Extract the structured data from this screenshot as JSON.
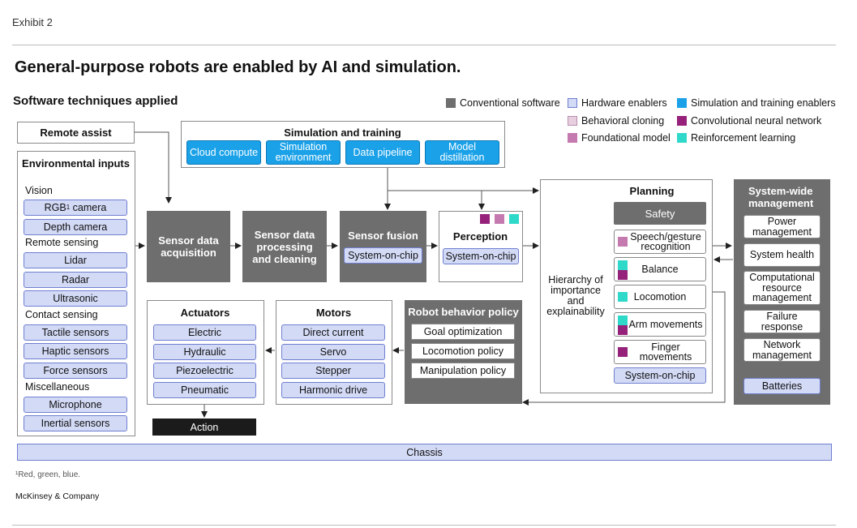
{
  "exhibit": "Exhibit 2",
  "title": "General-purpose robots are enabled by AI and simulation.",
  "subtitle": "Software techniques applied",
  "legend": [
    {
      "label": "Conventional software",
      "color": "#6e6e6e"
    },
    {
      "label": "Hardware enablers",
      "color": "#d3daf6"
    },
    {
      "label": "Simulation and training enablers",
      "color": "#1aa1e8"
    },
    {
      "label": "Behavioral cloning",
      "color": "#e8cfe0"
    },
    {
      "label": "Convolutional neural network",
      "color": "#96217a"
    },
    {
      "label": "Foundational model",
      "color": "#c57aaf"
    },
    {
      "label": "Reinforcement learning",
      "color": "#2fd9c9"
    }
  ],
  "remote_assist": "Remote assist",
  "env": {
    "title": "Environmental inputs",
    "vision": "Vision",
    "rgb_prefix": "RGB",
    "rgb_sup": "1",
    "rgb_suffix": " camera",
    "depth": "Depth camera",
    "remote_sensing": "Remote sensing",
    "lidar": "Lidar",
    "radar": "Radar",
    "ultrasonic": "Ultrasonic",
    "contact_sensing": "Contact sensing",
    "tactile": "Tactile sensors",
    "haptic": "Haptic sensors",
    "force": "Force sensors",
    "misc": "Miscellaneous",
    "microphone": "Microphone",
    "inertial": "Inertial sensors"
  },
  "simulation": {
    "title": "Simulation and training",
    "items": [
      "Cloud compute",
      "Simulation environment",
      "Data pipeline",
      "Model distillation"
    ]
  },
  "sensor_acq": "Sensor data acquisition",
  "sensor_proc": "Sensor data processing and cleaning",
  "sensor_fusion": {
    "title": "Sensor fusion",
    "chip": "System-on-chip"
  },
  "perception": {
    "title": "Perception",
    "chip": "System-on-chip"
  },
  "planning": {
    "title": "Planning",
    "hierarchy": "Hierarchy of importance and explainability",
    "safety": "Safety",
    "speech": "Speech/gesture recognition",
    "balance": "Balance",
    "locomotion": "Locomotion",
    "arm": "Arm movements",
    "finger": "Finger movements",
    "chip": "System-on-chip"
  },
  "system": {
    "title": "System-wide management",
    "items": [
      "Power management",
      "System health",
      "Computational resource management",
      "Failure response",
      "Network management"
    ],
    "batteries": "Batteries"
  },
  "actuators": {
    "title": "Actuators",
    "items": [
      "Electric",
      "Hydraulic",
      "Piezoelectric",
      "Pneumatic"
    ]
  },
  "action": "Action",
  "motors": {
    "title": "Motors",
    "items": [
      "Direct current",
      "Servo",
      "Stepper",
      "Harmonic drive"
    ]
  },
  "policy": {
    "title": "Robot behavior policy",
    "items": [
      "Goal optimization",
      "Locomotion policy",
      "Manipulation policy"
    ]
  },
  "chassis": "Chassis",
  "footnote": "¹Red, green, blue.",
  "source": "McKinsey & Company"
}
